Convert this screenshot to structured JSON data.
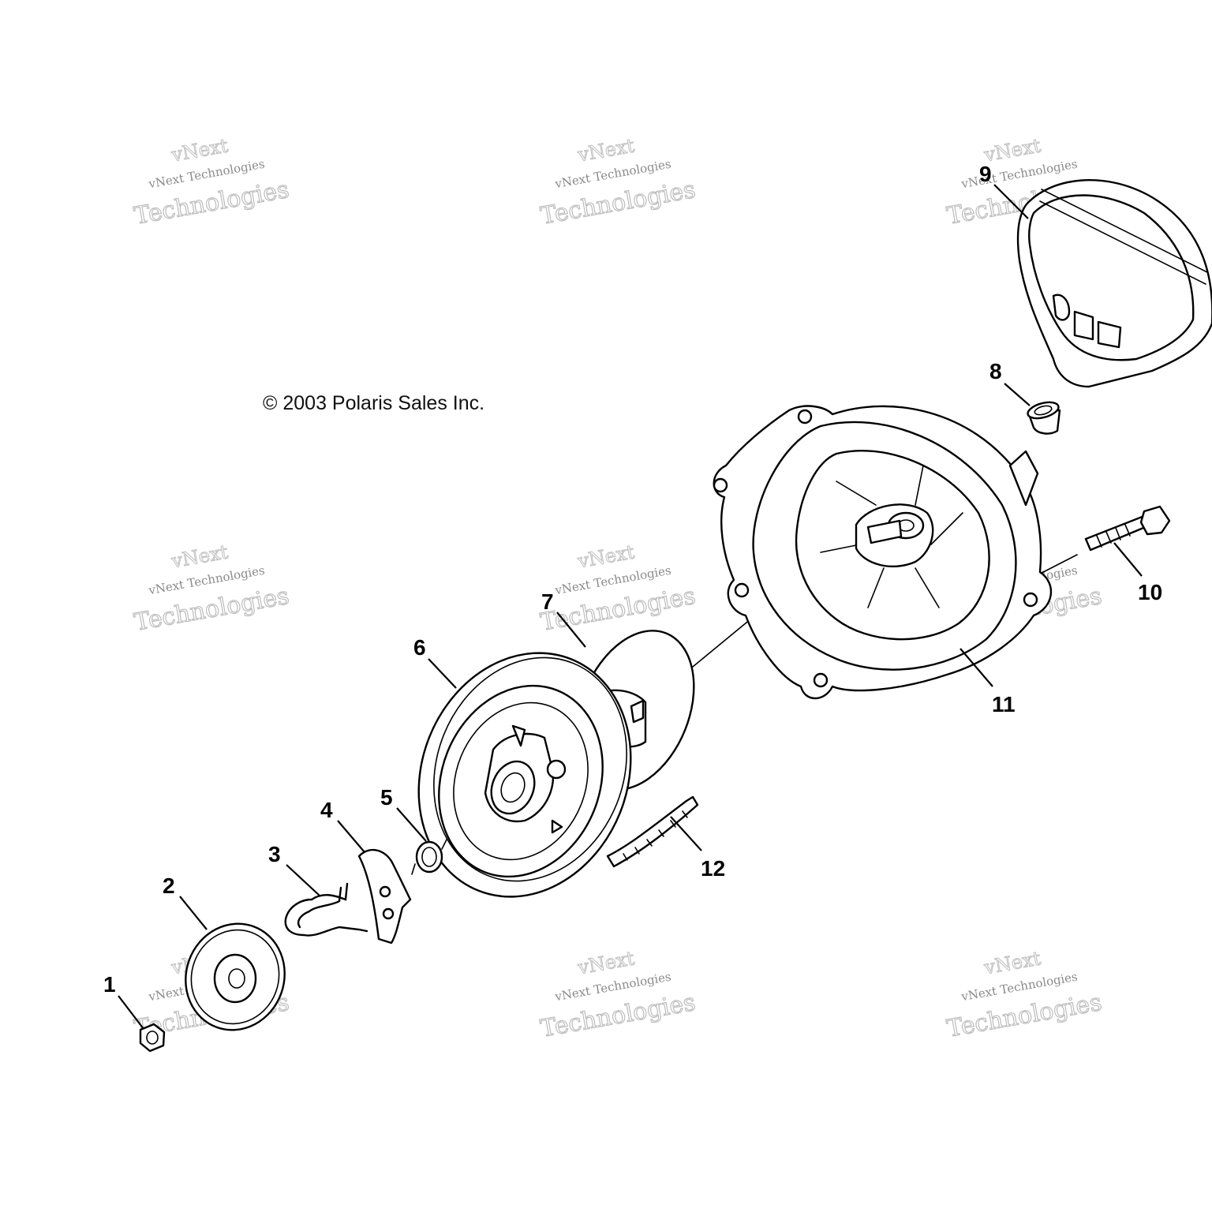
{
  "copyright": "© 2003 Polaris Sales Inc.",
  "callouts": [
    {
      "number": "1"
    },
    {
      "number": "2"
    },
    {
      "number": "3"
    },
    {
      "number": "4"
    },
    {
      "number": "5"
    },
    {
      "number": "6"
    },
    {
      "number": "7"
    },
    {
      "number": "8"
    },
    {
      "number": "9"
    },
    {
      "number": "10"
    },
    {
      "number": "11"
    },
    {
      "number": "12"
    }
  ],
  "watermark": {
    "line_small": "vNext Technologies",
    "line_top": "vNext",
    "line_bottom": "Technologies"
  }
}
